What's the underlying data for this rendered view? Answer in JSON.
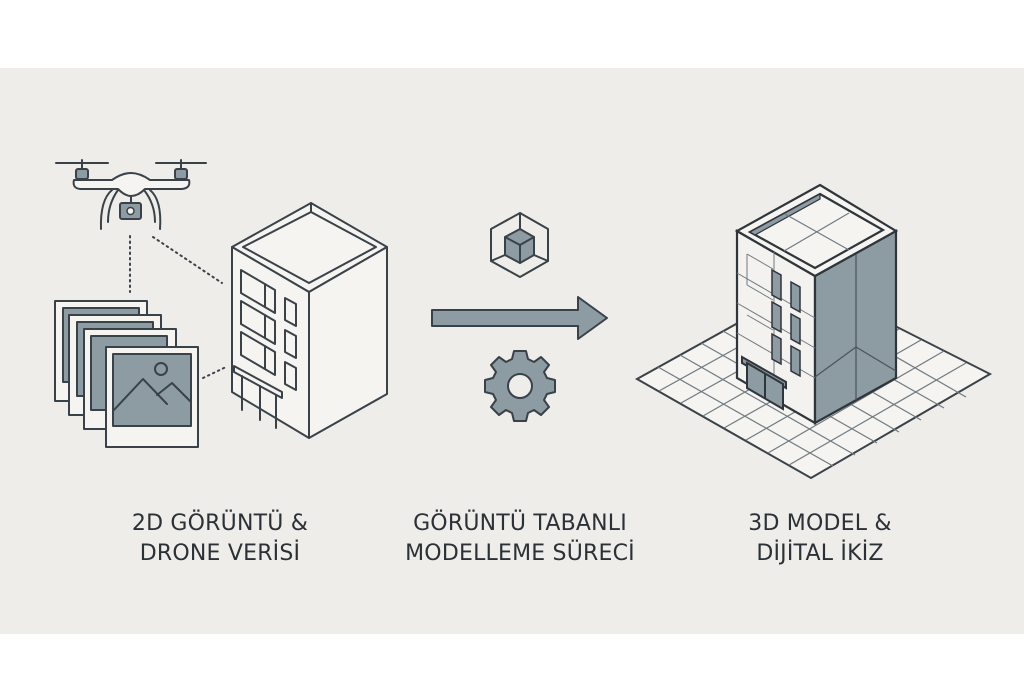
{
  "colors": {
    "background_band": "#efede9",
    "page": "#ffffff",
    "stroke": "#3a4249",
    "fill_gray": "#8d9ba3",
    "text": "#2b3137"
  },
  "stages": [
    {
      "id": "input",
      "icons": [
        "drone-icon",
        "photo-stack-icon",
        "building-outline-icon"
      ],
      "label_line1": "2D GÖRÜNTÜ &",
      "label_line2": "DRONE VERİSİ"
    },
    {
      "id": "process",
      "icons": [
        "cube-icon",
        "arrow-right-icon",
        "gear-icon"
      ],
      "label_line1": "GÖRÜNTÜ TABANLI",
      "label_line2": "MODELLEME SÜRECİ"
    },
    {
      "id": "output",
      "icons": [
        "3d-building-model-icon",
        "grid-ground-icon"
      ],
      "label_line1": "3D MODEL &",
      "label_line2": "DİJİTAL İKİZ"
    }
  ]
}
